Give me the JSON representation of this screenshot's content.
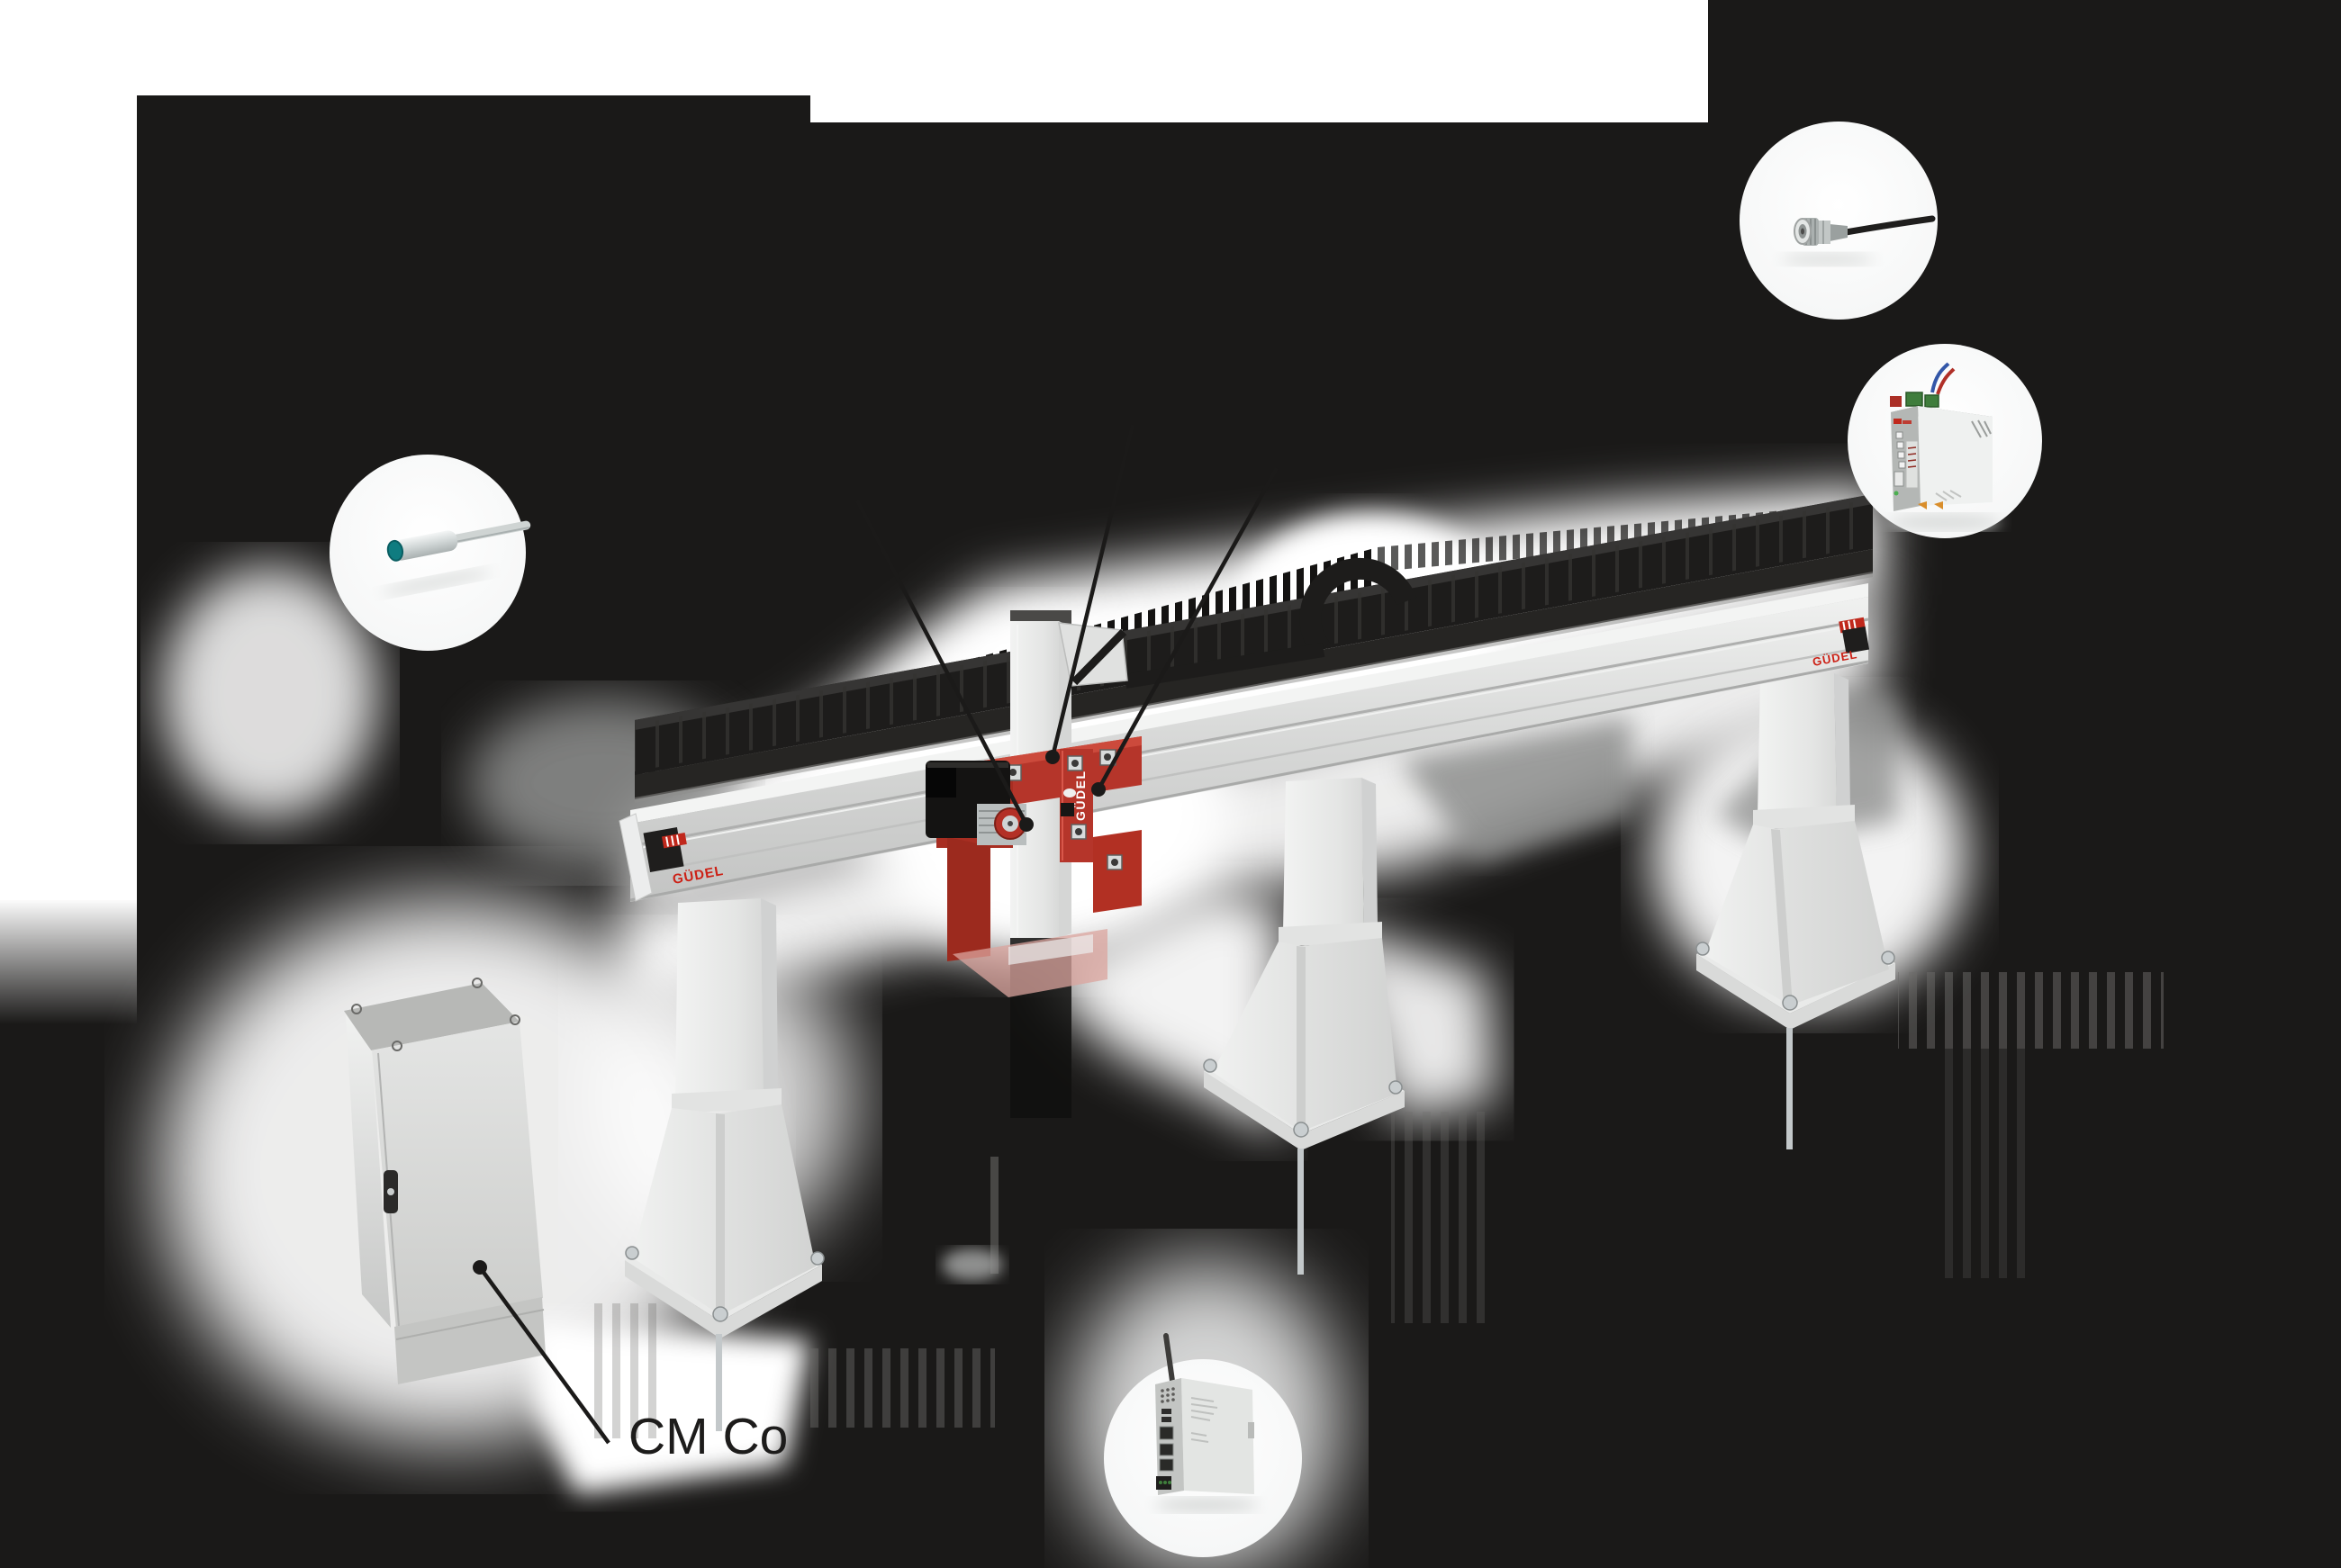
{
  "scene": {
    "background": "#1a1918",
    "white": "#ffffff",
    "accent_red": "#c2291d",
    "carriage_red": "#b5352a",
    "metal_light": "#e9eae9",
    "metal_mid": "#d7d8d7",
    "teal_sensor_face": "#0f7c80"
  },
  "labels": {
    "beam_logo_left": "GÜDEL",
    "beam_logo_right": "GÜDEL",
    "carriage_logo": "GÜDEL",
    "callout_label": "CM Co"
  },
  "callouts": {
    "left": {
      "name": "inductive-proximity-sensor"
    },
    "top_right": {
      "name": "accelerometer-sensor-with-cable"
    },
    "right": {
      "name": "din-rail-monitoring-module"
    },
    "bottom": {
      "name": "iot-gateway-controller"
    }
  },
  "machine": {
    "type": "gantry-robot",
    "pillars": 3,
    "has_control_cabinet": true
  }
}
